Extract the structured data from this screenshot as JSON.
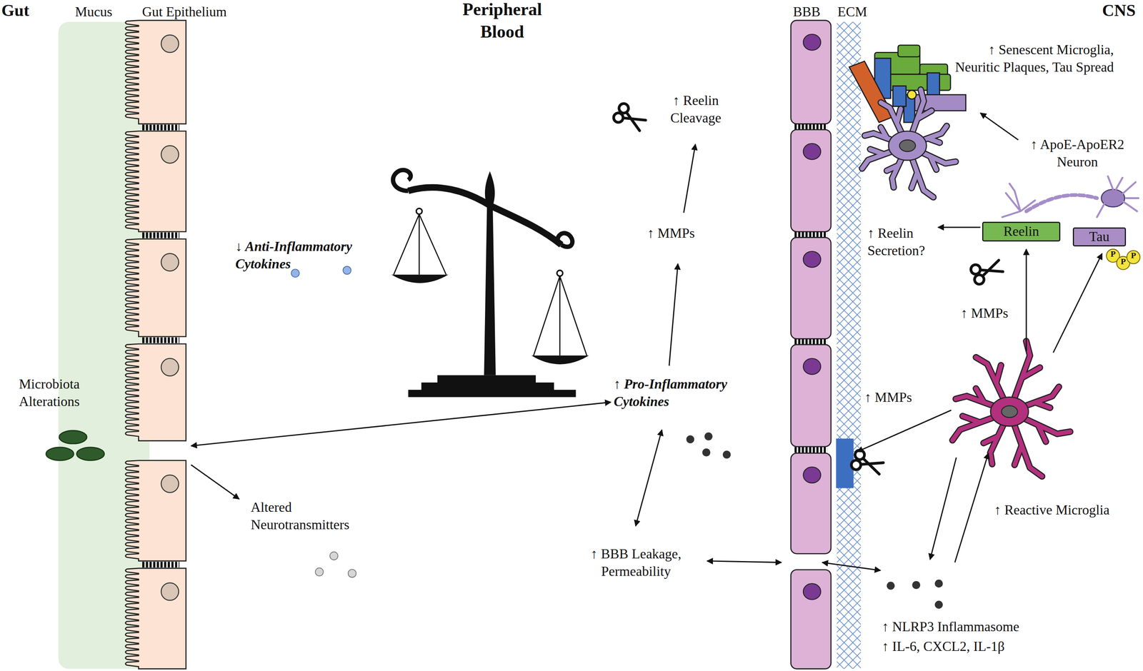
{
  "diagram": {
    "nodes": [
      {
        "text": [
          "Reelin"
        ]
      },
      {
        "text": [
          "Tau"
        ]
      }
    ],
    "labels": [
      "Gut",
      "Mucus",
      "Gut Epithelium",
      "Peripheral Blood",
      "BBB",
      "ECM",
      "CNS",
      "↑ Senescent Microglia, Neuritic Plaques, Tau Spread",
      "↑ ApoE-ApoER2 Neuron",
      "↑ Reelin Cleavage",
      "↑ MMPs",
      "↓ Anti-Inflammatory Cytokines",
      "↑ Reelin Secretion?",
      "↑ MMPs",
      "Microbiota Alterations",
      "↑ Pro-Inflammatory Cytokines",
      "↑ MMPs",
      "Altered Neurotransmitters",
      "↑ Reactive Microglia",
      "↑ BBB Leakage, Permeability",
      "↑ NLRP3 Inflammasome",
      "↑ IL-6, CXCL2, IL-1β",
      "P",
      "P",
      "P"
    ]
  }
}
